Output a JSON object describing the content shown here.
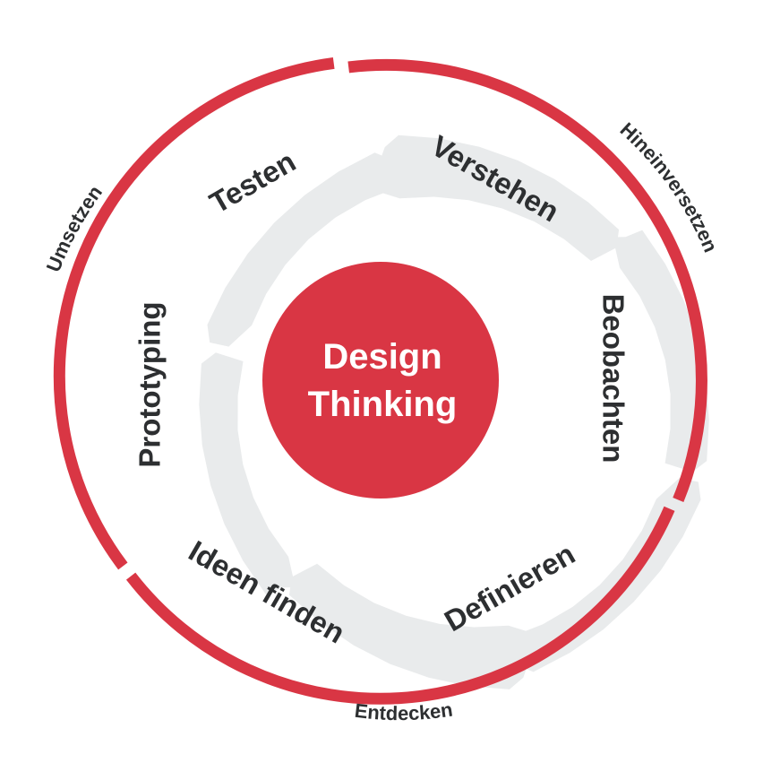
{
  "center": {
    "line1": "Design",
    "line2": "Thinking",
    "color": "#d93644"
  },
  "steps": [
    {
      "label": "Verstehen"
    },
    {
      "label": "Beobachten"
    },
    {
      "label": "Definieren"
    },
    {
      "label": "Ideen finden"
    },
    {
      "label": "Prototyping"
    },
    {
      "label": "Testen"
    }
  ],
  "phases": [
    {
      "label": "Hineinversetzen"
    },
    {
      "label": "Entdecken"
    },
    {
      "label": "Umsetzen"
    }
  ],
  "colors": {
    "accent": "#d93644",
    "segment_fill": "#e9ebec",
    "text": "#2d2f31"
  }
}
